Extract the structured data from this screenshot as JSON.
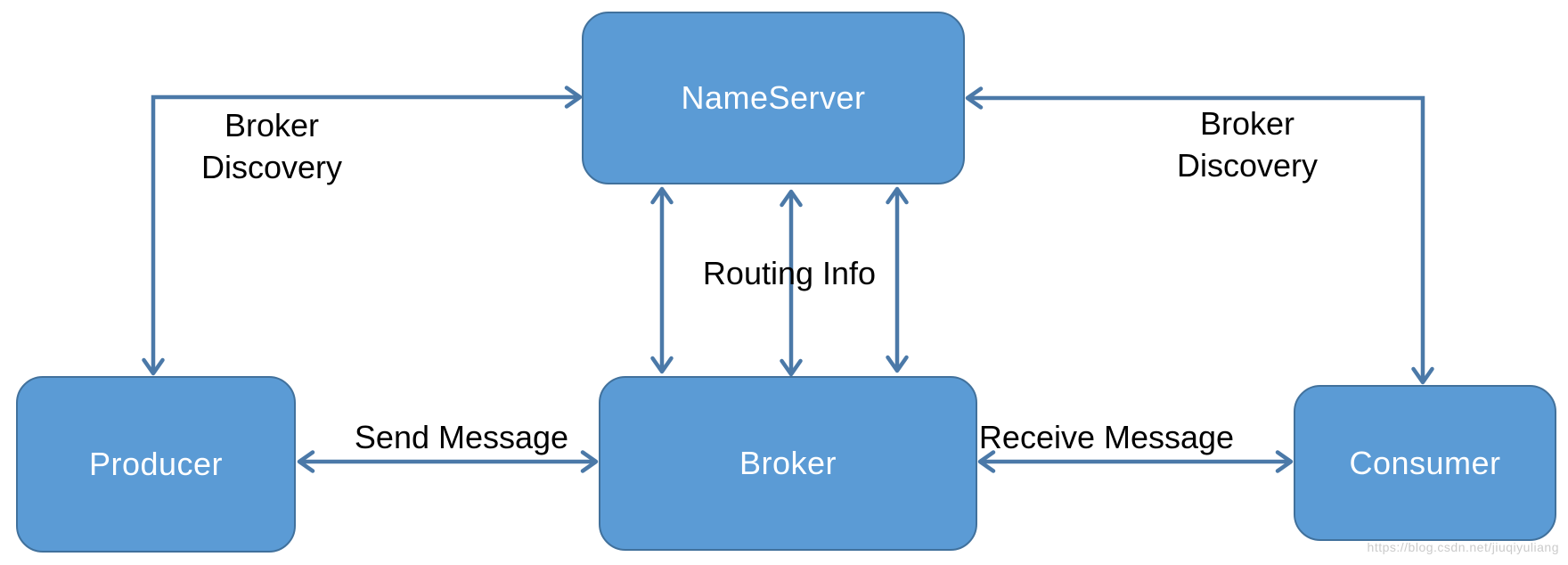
{
  "nodes": {
    "nameserver": {
      "label": "NameServer"
    },
    "producer": {
      "label": "Producer"
    },
    "broker": {
      "label": "Broker"
    },
    "consumer": {
      "label": "Consumer"
    }
  },
  "edges": {
    "producer_nameserver": {
      "label": "Broker\nDiscovery"
    },
    "consumer_nameserver": {
      "label": "Broker\nDiscovery"
    },
    "broker_nameserver": {
      "label": "Routing Info"
    },
    "producer_broker": {
      "label": "Send Message"
    },
    "broker_consumer": {
      "label": "Receive Message"
    }
  },
  "watermark": {
    "text": "https://blog.csdn.net/jiuqiyuliang"
  },
  "colors": {
    "node_fill": "#5b9bd5",
    "node_border": "#41719c",
    "node_text": "#ffffff",
    "arrow": "#4b79a8",
    "edge_label_text": "#000000",
    "watermark_text": "#cbcbcb",
    "background": "#ffffff"
  }
}
